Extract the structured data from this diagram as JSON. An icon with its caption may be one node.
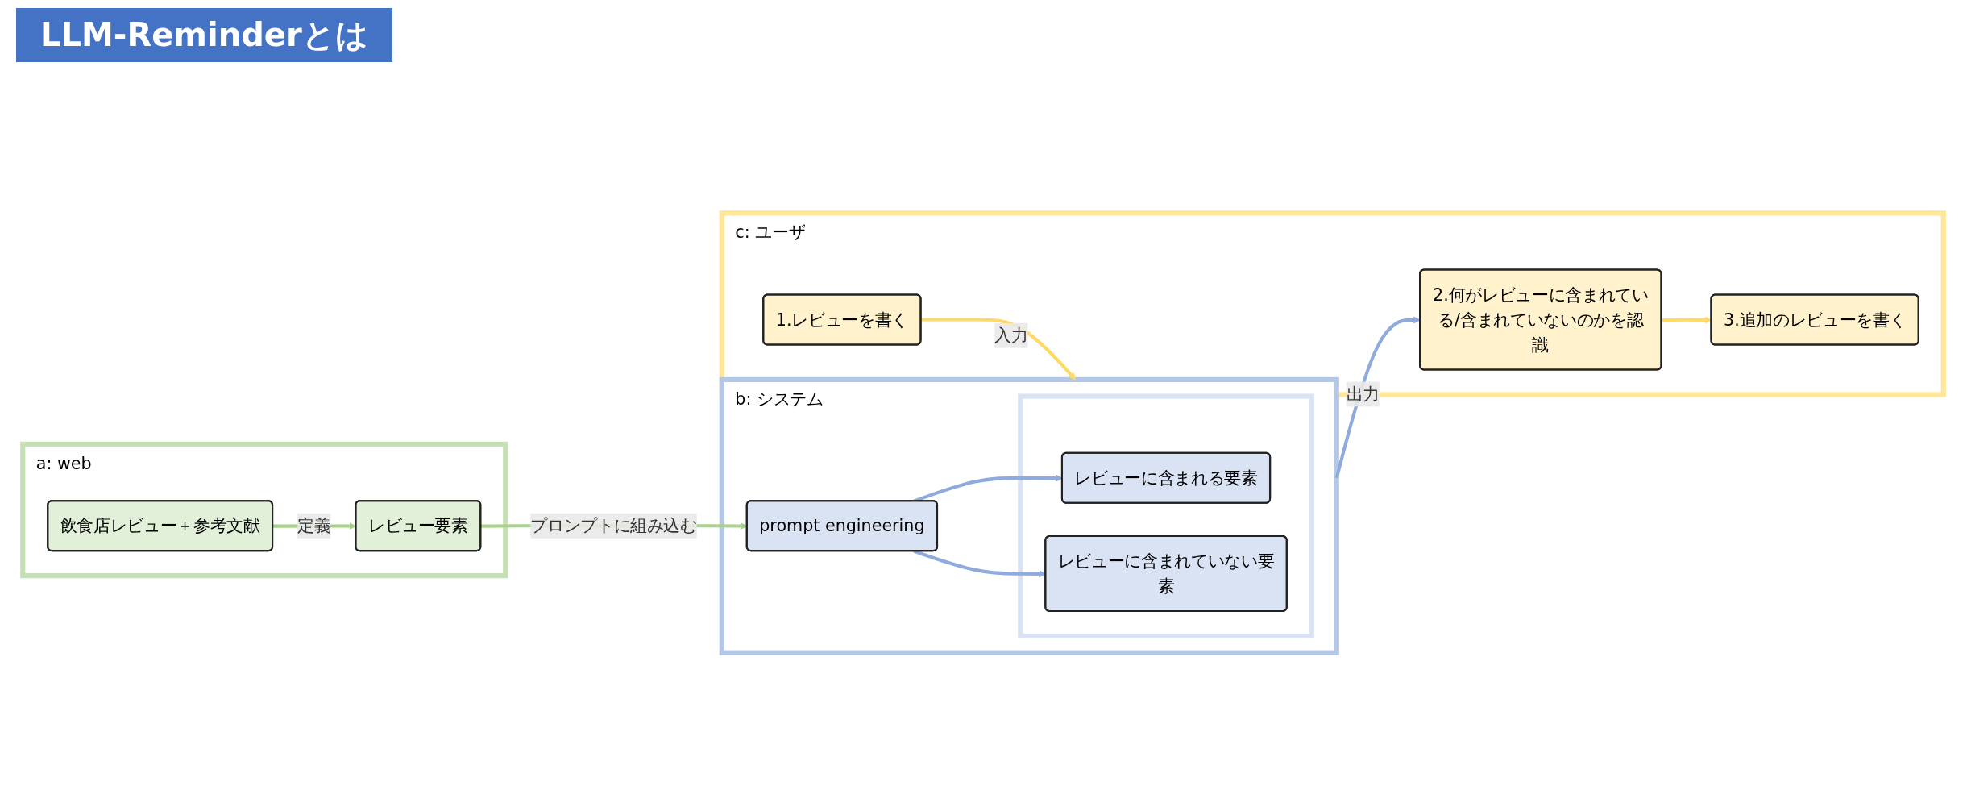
{
  "diagram": {
    "title": "LLM-Reminderとは",
    "nodes": [
      {
        "text": [
          "a: web"
        ]
      },
      {
        "text": [
          "飲食店レビュー＋参考文献"
        ],
        "in": 0
      },
      {
        "text": [
          "レビュー要素"
        ],
        "in": 0
      },
      {
        "text": [
          "b: システム"
        ]
      },
      {
        "text": [
          "prompt engineering"
        ],
        "in": 3
      },
      {
        "text": [],
        "shape": "box",
        "in": 3
      },
      {
        "text": [
          "レビューに含まれる要素"
        ],
        "in": 5
      },
      {
        "text": [
          "レビューに含まれていない要素"
        ],
        "in": 5
      },
      {
        "text": [
          "c: ユーザ"
        ]
      },
      {
        "text": [
          "1.レビューを書く"
        ],
        "in": 8
      },
      {
        "text": [
          "2.何がレビューに含まれている/含まれていないのかを認識"
        ],
        "in": 8
      },
      {
        "text": [
          "3.追加のレビューを書く"
        ],
        "in": 8
      }
    ],
    "edges": [
      {
        "from": 1,
        "to": 2,
        "arrow": "to",
        "label": "定義",
        "color": "#a9d18e"
      },
      {
        "from": 2,
        "to": 4,
        "arrow": "to",
        "label": "プロンプトに組み込む",
        "color": "#a9d18e"
      },
      {
        "from": 4,
        "to": 6,
        "arrow": "to"
      },
      {
        "from": 4,
        "to": 7,
        "arrow": "to"
      },
      {
        "from": 9,
        "to": 3,
        "arrow": "to",
        "label": "入力",
        "color": "#ffd966"
      },
      {
        "from": 3,
        "to": 10,
        "arrow": "to",
        "label": "出力"
      },
      {
        "from": 10,
        "to": 11,
        "arrow": "to",
        "color": "#ffd966"
      }
    ]
  }
}
